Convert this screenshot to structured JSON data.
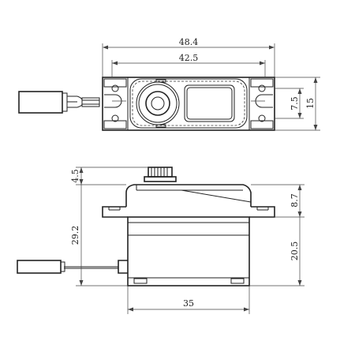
{
  "drawing": {
    "top_view": {
      "dimensions": {
        "overall_width": "48.4",
        "hole_spacing": "42.5",
        "height": "15",
        "hole_pitch": "7.5"
      }
    },
    "side_view": {
      "dimensions": {
        "spline_height": "4.5",
        "upper_height": "8.7",
        "total_height": "29.2",
        "lower_height": "20.5",
        "body_width": "35"
      }
    }
  }
}
